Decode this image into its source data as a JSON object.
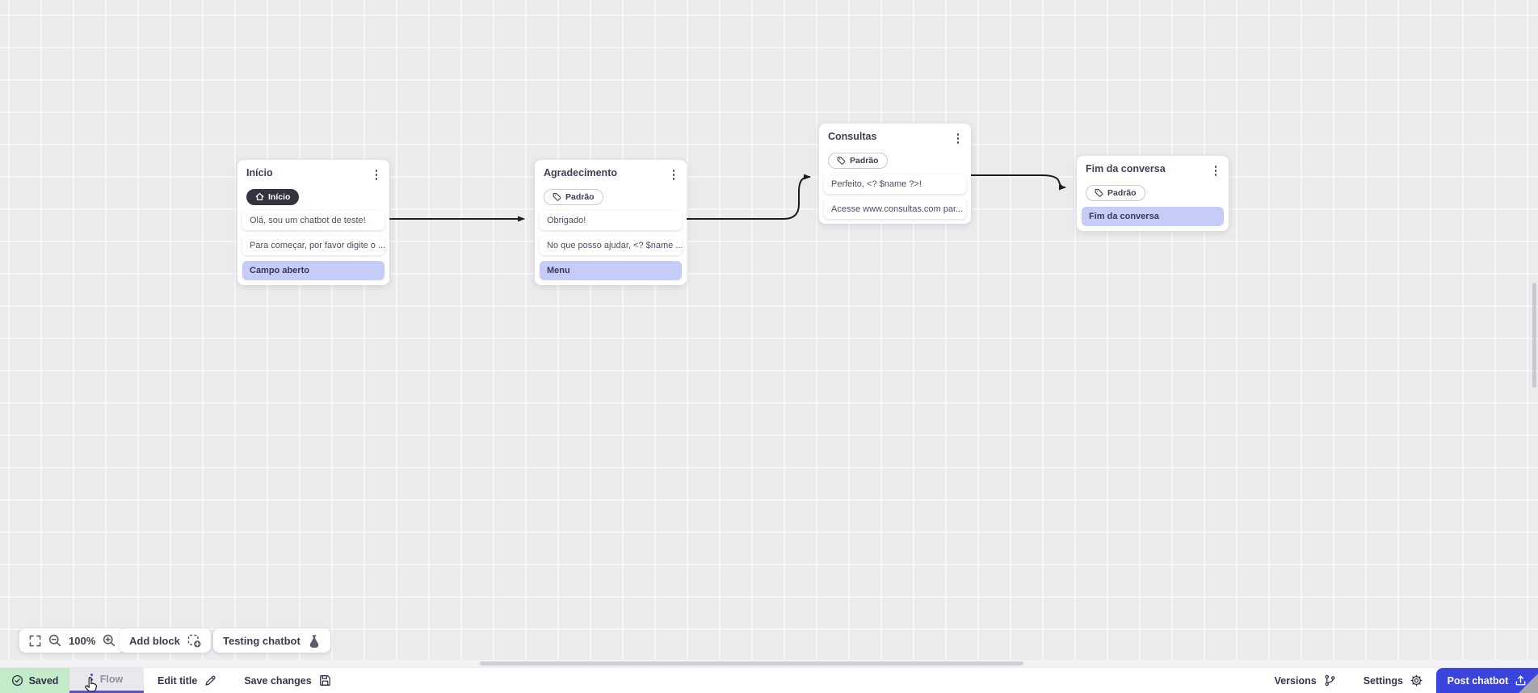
{
  "canvas": {
    "zoom_value": "100%",
    "nodes": [
      {
        "title": "Início",
        "badge": {
          "label": "Início",
          "style": "dark",
          "icon": "home-icon"
        },
        "messages": [
          {
            "text": "Olá, sou um chatbot de teste!"
          },
          {
            "text": "Para começar, por favor digite o ..."
          },
          {
            "text": "Campo aberto",
            "highlight": true
          }
        ]
      },
      {
        "title": "Agradecimento",
        "badge": {
          "label": "Padrão",
          "style": "outline",
          "icon": "tag-icon"
        },
        "messages": [
          {
            "text": "Obrigado!"
          },
          {
            "text": "No que posso ajudar, <? $name ..."
          },
          {
            "text": "Menu",
            "highlight": true
          }
        ]
      },
      {
        "title": "Consultas",
        "badge": {
          "label": "Padrão",
          "style": "outline",
          "icon": "tag-icon"
        },
        "messages": [
          {
            "text": "Perfeito, <? $name ?>!"
          },
          {
            "text": "Acesse www.consultas.com par..."
          }
        ]
      },
      {
        "title": "Fim da conversa",
        "badge": {
          "label": "Padrão",
          "style": "outline",
          "icon": "tag-icon"
        },
        "messages": [
          {
            "text": "Fim da conversa",
            "highlight": true
          }
        ]
      }
    ],
    "toolbar": {
      "zoom_value": "100%",
      "add_block_label": "Add block",
      "testing_label": "Testing chatbot"
    }
  },
  "bottom_bar": {
    "saved_label": "Saved",
    "flow_tab_label": "Flow",
    "edit_title_label": "Edit title",
    "save_changes_label": "Save changes",
    "versions_label": "Versions",
    "settings_label": "Settings",
    "post_chatbot_label": "Post chatbot"
  },
  "icons": {
    "saved": "check-circle-icon",
    "edit_title": "pencil-icon",
    "save_changes": "floppy-icon",
    "versions": "git-branch-icon",
    "settings": "gear-icon",
    "post_chatbot": "upload-icon",
    "zoom": [
      "fit-screen-icon",
      "zoom-out-icon",
      "zoom-in-icon"
    ],
    "add_block": "add-block-icon",
    "testing": "flask-icon"
  },
  "colors": {
    "accent_blue": "#3a45de",
    "highlight_purple": "#c6ccf8",
    "saved_green": "#c3ebc9",
    "tab_underline": "#5b50d8",
    "dark_badge": "#33343f",
    "wire": "#1c1c1e"
  }
}
